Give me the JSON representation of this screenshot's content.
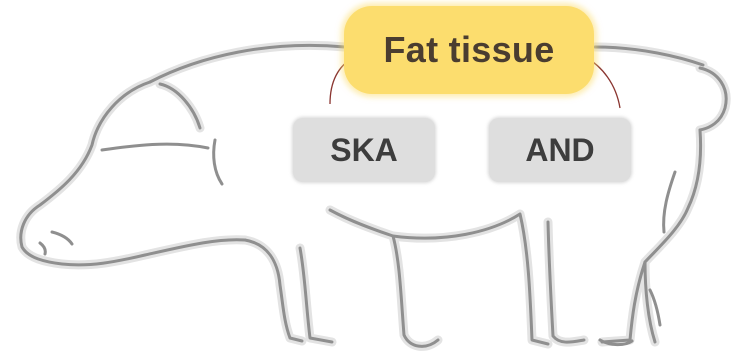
{
  "diagram": {
    "title": "Fat tissue",
    "items": [
      {
        "id": "ska",
        "label": "SKA"
      },
      {
        "id": "and",
        "label": "AND"
      }
    ]
  },
  "colors": {
    "title_fill": "#fcdd6e",
    "title_text": "#4a3d30",
    "tag_fill": "#dedede",
    "tag_text": "#3d3d3d",
    "arrow": "#8a3530",
    "outline_dark": "#8f8f8f",
    "outline_light": "#e3e3e3"
  },
  "background_illustration": "pig-outline"
}
